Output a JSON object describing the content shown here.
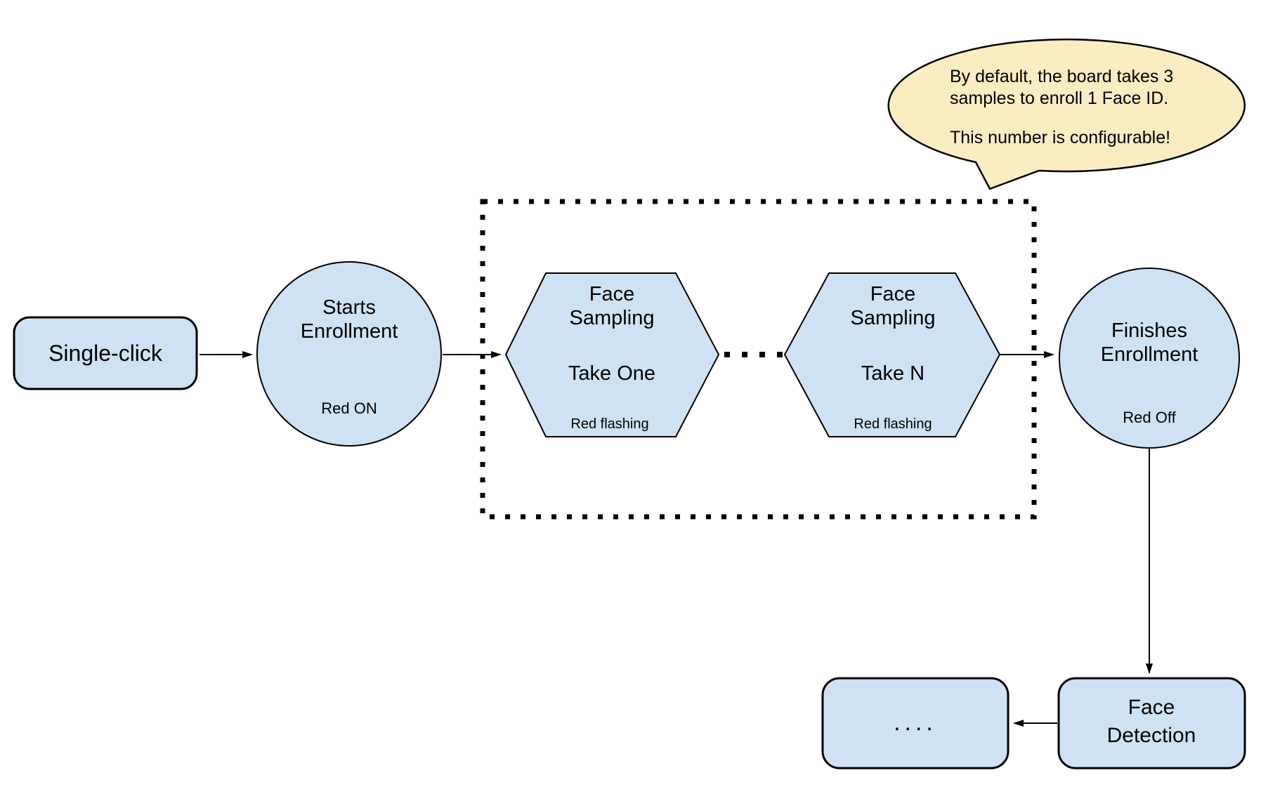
{
  "diagram": {
    "colors": {
      "node_fill": "#cfe2f3",
      "node_stroke": "#000000",
      "callout_fill": "#fbedc2",
      "connector": "#000000"
    },
    "nodes": {
      "single_click": {
        "label": "Single-click"
      },
      "starts_enrollment": {
        "lines": [
          "Starts",
          "Enrollment"
        ],
        "status": "Red ON"
      },
      "face_sampling_one": {
        "lines": [
          "Face",
          "Sampling"
        ],
        "take": "Take One",
        "status": "Red flashing"
      },
      "face_sampling_n": {
        "lines": [
          "Face",
          "Sampling"
        ],
        "take": "Take N",
        "status": "Red flashing"
      },
      "finishes_enrollment": {
        "lines": [
          "Finishes",
          "Enrollment"
        ],
        "status": "Red Off"
      },
      "face_detection": {
        "lines": [
          "Face",
          "Detection"
        ]
      },
      "continuation": {
        "label": "...."
      }
    },
    "callout": {
      "lines": [
        "By default, the board takes 3",
        "samples to enroll 1 Face ID.",
        "This number is configurable!"
      ]
    }
  }
}
